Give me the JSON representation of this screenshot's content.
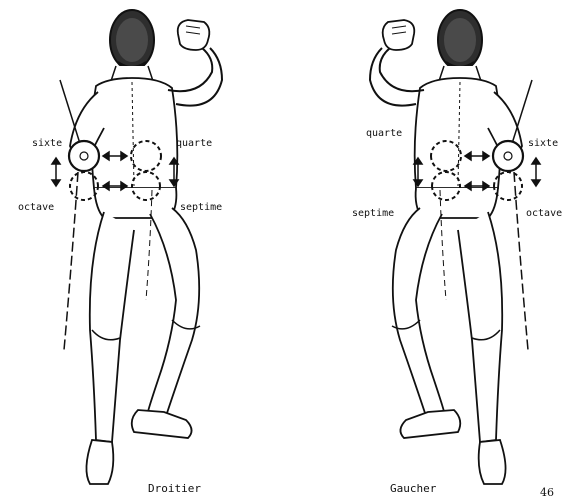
{
  "left_fencer": {
    "caption": "Droitier",
    "labels": {
      "sixte": "sixte",
      "quarte": "quarte",
      "octave": "octave",
      "septime": "septime"
    }
  },
  "right_fencer": {
    "caption": "Gaucher",
    "labels": {
      "quarte": "quarte",
      "sixte": "sixte",
      "septime": "septime",
      "octave": "octave"
    }
  },
  "page_number": "46",
  "colors": {
    "ink": "#111111",
    "mask": "#3a3a3a",
    "paper": "#ffffff"
  },
  "icons": [
    "fencer-figure",
    "position-circle",
    "double-arrow"
  ]
}
